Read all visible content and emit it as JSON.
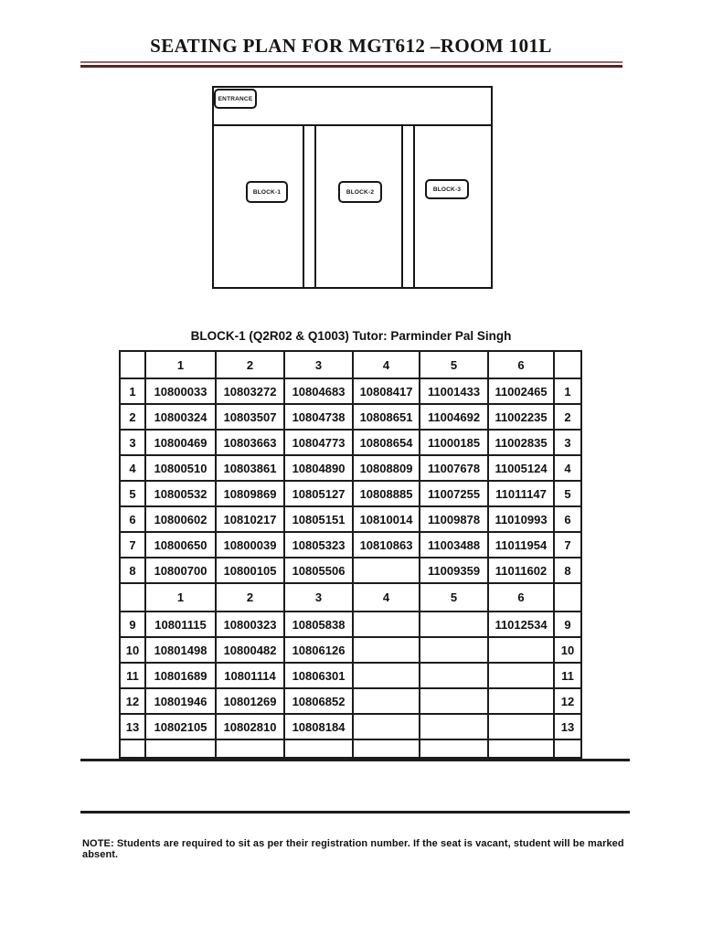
{
  "page": {
    "title": "SEATING PLAN FOR MGT612 –ROOM 101L",
    "note": "NOTE: Students are required to sit as per their registration number. If the seat is vacant, student will be marked absent.",
    "accent_color": "#5a2422"
  },
  "diagram": {
    "entrance_label": "ENTRANCE",
    "blocks": [
      "BLOCK-1",
      "BLOCK-2",
      "BLOCK-3"
    ]
  },
  "seating_table": {
    "title": "BLOCK-1 (Q2R02 & Q1003) Tutor: Parminder Pal Singh",
    "column_headers": [
      "1",
      "2",
      "3",
      "4",
      "5",
      "6"
    ],
    "sections": [
      {
        "rows": [
          {
            "num": "1",
            "seats": [
              "10800033",
              "10803272",
              "10804683",
              "10808417",
              "11001433",
              "11002465"
            ]
          },
          {
            "num": "2",
            "seats": [
              "10800324",
              "10803507",
              "10804738",
              "10808651",
              "11004692",
              "11002235"
            ]
          },
          {
            "num": "3",
            "seats": [
              "10800469",
              "10803663",
              "10804773",
              "10808654",
              "11000185",
              "11002835"
            ]
          },
          {
            "num": "4",
            "seats": [
              "10800510",
              "10803861",
              "10804890",
              "10808809",
              "11007678",
              "11005124"
            ]
          },
          {
            "num": "5",
            "seats": [
              "10800532",
              "10809869",
              "10805127",
              "10808885",
              "11007255",
              "11011147"
            ]
          },
          {
            "num": "6",
            "seats": [
              "10800602",
              "10810217",
              "10805151",
              "10810014",
              "11009878",
              "11010993"
            ]
          },
          {
            "num": "7",
            "seats": [
              "10800650",
              "10800039",
              "10805323",
              "10810863",
              "11003488",
              "11011954"
            ]
          },
          {
            "num": "8",
            "seats": [
              "10800700",
              "10800105",
              "10805506",
              "",
              "11009359",
              "11011602"
            ]
          }
        ]
      },
      {
        "rows": [
          {
            "num": "9",
            "seats": [
              "10801115",
              "10800323",
              "10805838",
              "",
              "",
              "11012534"
            ]
          },
          {
            "num": "10",
            "seats": [
              "10801498",
              "10800482",
              "10806126",
              "",
              "",
              ""
            ]
          },
          {
            "num": "11",
            "seats": [
              "10801689",
              "10801114",
              "10806301",
              "",
              "",
              ""
            ]
          },
          {
            "num": "12",
            "seats": [
              "10801946",
              "10801269",
              "10806852",
              "",
              "",
              ""
            ]
          },
          {
            "num": "13",
            "seats": [
              "10802105",
              "10802810",
              "10808184",
              "",
              "",
              ""
            ]
          }
        ]
      }
    ]
  }
}
